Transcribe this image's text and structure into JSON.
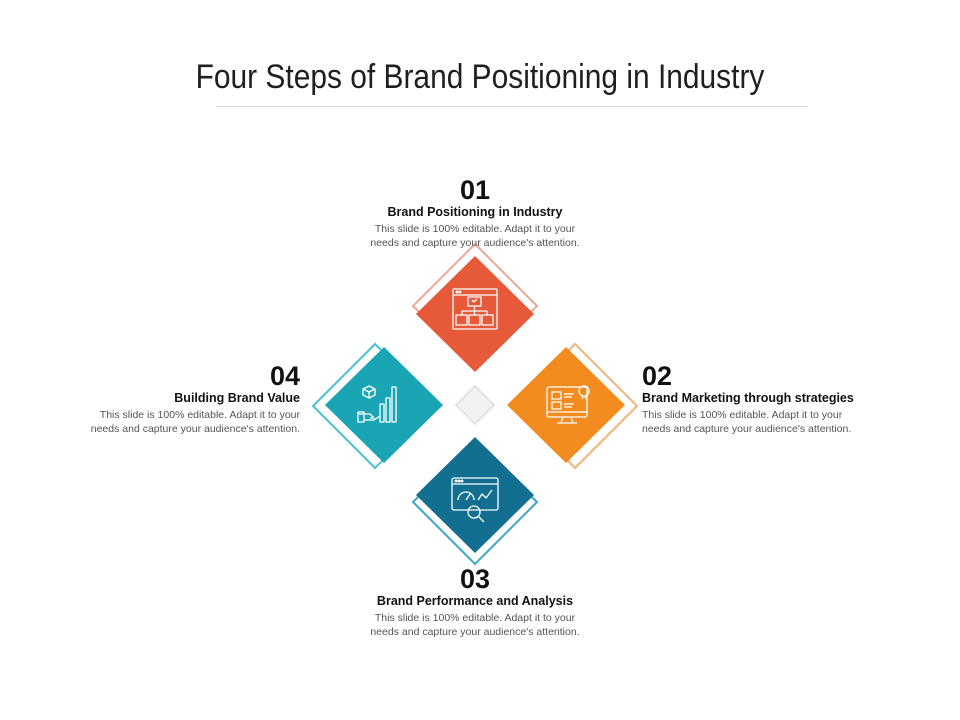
{
  "title": "Four Steps of Brand Positioning in Industry",
  "steps": [
    {
      "num": "01",
      "heading": "Brand Positioning in Industry",
      "desc": "This slide is 100% editable. Adapt it to your needs and capture your audience's attention.",
      "color": "#e65a39",
      "outline": "#f0a592",
      "icon": "org-chart-icon"
    },
    {
      "num": "02",
      "heading": "Brand Marketing through strategies",
      "desc": "This slide is 100% editable. Adapt it to your needs and capture your audience's attention.",
      "color": "#f28c1e",
      "outline": "#f5b276",
      "icon": "monitor-idea-icon"
    },
    {
      "num": "03",
      "heading": "Brand Performance and Analysis",
      "desc": "This slide is 100% editable. Adapt it to your needs and capture your audience's attention.",
      "color": "#126f8f",
      "outline": "#3aa7c8",
      "icon": "analytics-search-icon"
    },
    {
      "num": "04",
      "heading": "Building Brand Value",
      "desc": "This slide is 100% editable. Adapt it to your needs and capture your audience's attention.",
      "color": "#1aa5b5",
      "outline": "#46c4d3",
      "icon": "growth-chart-icon"
    }
  ]
}
